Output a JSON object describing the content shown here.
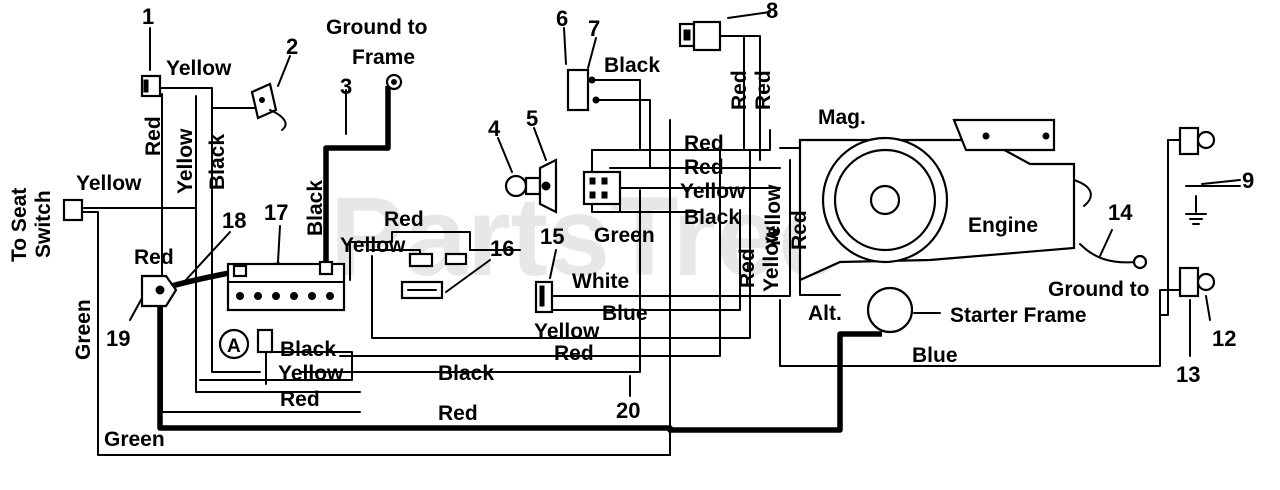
{
  "watermark": "PartsTree",
  "callouts": {
    "c1": "1",
    "c2": "2",
    "c3": "3",
    "c4": "4",
    "c5": "5",
    "c6": "6",
    "c7": "7",
    "c8": "8",
    "c9": "9",
    "c12": "12",
    "c13": "13",
    "c14": "14",
    "c15": "15",
    "c16": "16",
    "c17": "17",
    "c18": "18",
    "c19": "19",
    "c20": "20",
    "cA": "A"
  },
  "labels": {
    "ground_to": "Ground to",
    "frame": "Frame",
    "ground_to_2": "Ground to",
    "starter_frame": "Starter Frame",
    "to_seat": "To Seat",
    "switch": "Switch",
    "engine": "Engine",
    "mag": "Mag.",
    "alt": "Alt."
  },
  "wires": {
    "yellow": "Yellow",
    "red": "Red",
    "black": "Black",
    "green": "Green",
    "white": "White",
    "blue": "Blue"
  }
}
